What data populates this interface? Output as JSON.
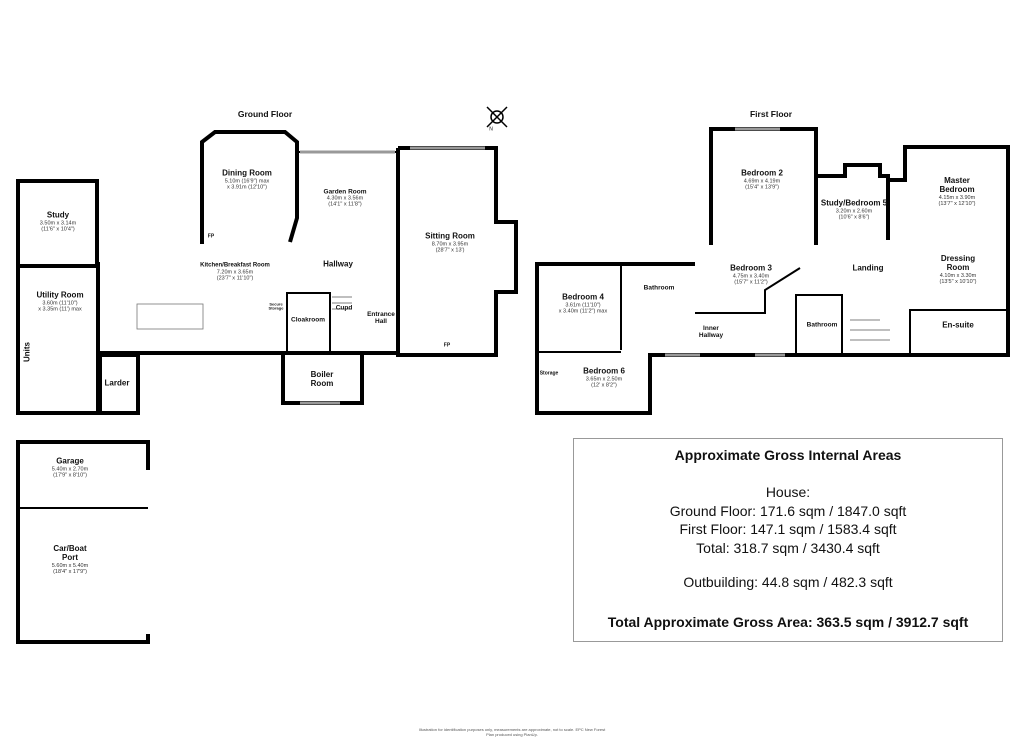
{
  "ground_floor": {
    "title": "Ground Floor",
    "rooms": [
      {
        "name": "Study",
        "dims": "3.50m x 3.14m",
        "imperial": "(11'6\" x 10'4\")"
      },
      {
        "name": "Utility Room",
        "dims": "3.60m (11'10\")",
        "imperial": "x 3.35m (11') max"
      },
      {
        "name": "Units"
      },
      {
        "name": "Larder"
      },
      {
        "name": "Dining Room",
        "dims": "5.10m (16'9\") max",
        "imperial": "x 3.91m (12'10\")"
      },
      {
        "name": "FP"
      },
      {
        "name": "Kitchen/Breakfast Room",
        "dims": "7.20m x 3.65m",
        "imperial": "(23'7\" x 11'10\")"
      },
      {
        "name": "Secure Storage"
      },
      {
        "name": "Garden Room",
        "dims": "4.30m x 3.56m",
        "imperial": "(14'1\" x 11'8\")"
      },
      {
        "name": "Hallway"
      },
      {
        "name": "Cloakroom"
      },
      {
        "name": "Cupd"
      },
      {
        "name": "Entrance Hall"
      },
      {
        "name": "Boiler Room"
      },
      {
        "name": "Sitting Room",
        "dims": "8.70m x 3.95m",
        "imperial": "(28'7\" x 13')"
      },
      {
        "name": "FP"
      }
    ]
  },
  "first_floor": {
    "title": "First Floor",
    "rooms": [
      {
        "name": "Bedroom 2",
        "dims": "4.69m x 4.19m",
        "imperial": "(15'4\" x 13'9\")"
      },
      {
        "name": "Study/Bedroom 5",
        "dims": "3.20m x 2.60m",
        "imperial": "(10'6\" x 8'6\")"
      },
      {
        "name": "Master Bedroom",
        "dims": "4.15m x 3.90m",
        "imperial": "(13'7\" x 12'10\")"
      },
      {
        "name": "Bedroom 3",
        "dims": "4.75m x 3.40m",
        "imperial": "(15'7\" x 11'2\")"
      },
      {
        "name": "Landing"
      },
      {
        "name": "Dressing Room",
        "dims": "4.10m x 3.30m",
        "imperial": "(13'5\" x 10'10\")"
      },
      {
        "name": "Bedroom 4",
        "dims": "3.61m (11'10\")",
        "imperial": "x 3.40m (11'2\") max"
      },
      {
        "name": "Bathroom"
      },
      {
        "name": "Inner Hallway"
      },
      {
        "name": "Bathroom"
      },
      {
        "name": "En-suite"
      },
      {
        "name": "Storage"
      },
      {
        "name": "Bedroom 6",
        "dims": "3.65m x 2.50m",
        "imperial": "(12' x 8'2\")"
      }
    ]
  },
  "outbuilding": {
    "rooms": [
      {
        "name": "Garage",
        "dims": "5.40m x 2.70m",
        "imperial": "(17'9\" x 8'10\")"
      },
      {
        "name": "Car/Boat Port",
        "dims": "5.60m x 5.40m",
        "imperial": "(18'4\" x 17'9\")"
      }
    ]
  },
  "compass": {
    "label": "N"
  },
  "summary": {
    "title": "Approximate Gross Internal Areas",
    "house_label": "House:",
    "ground": "Ground Floor: 171.6 sqm / 1847.0 sqft",
    "first": "First Floor: 147.1 sqm / 1583.4 sqft",
    "total": "Total: 318.7 sqm / 3430.4 sqft",
    "outbuilding": "Outbuilding: 44.8 sqm / 482.3 sqft",
    "grand_total": "Total Approximate Gross Area: 363.5 sqm / 3912.7 sqft"
  },
  "footer": {
    "line1": "Illustration for identification purposes only, measurements are approximate, not to scale. EPC New Forest",
    "line2": "Plan produced using PlanUp."
  }
}
